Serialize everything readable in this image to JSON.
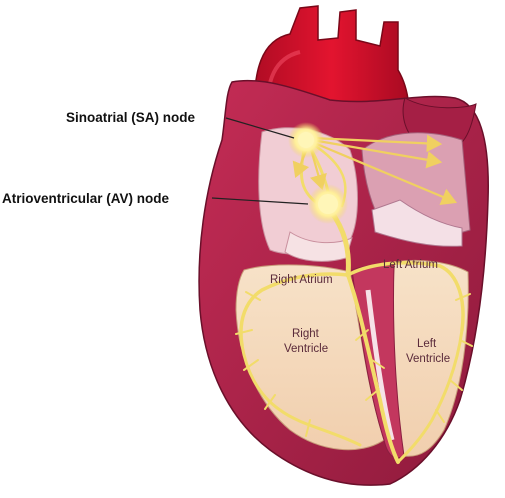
{
  "callouts": {
    "sa_node": "Sinoatrial (SA) node",
    "av_node": "Atrioventricular (AV) node"
  },
  "regions": {
    "right_atrium": "Right Atrium",
    "left_atrium": "Left Atrium",
    "right_ventricle_line1": "Right",
    "right_ventricle_line2": "Ventricle",
    "left_ventricle_line1": "Left",
    "left_ventricle_line2": "Ventricle"
  },
  "colors": {
    "myocardium": "#b8234a",
    "aorta": "#d4102e",
    "chamber_inner": "#f6dcc0",
    "atrium_inner": "#f3d2d8",
    "conduction": "#f2dc6a",
    "node_glow": "#fff4a8"
  }
}
